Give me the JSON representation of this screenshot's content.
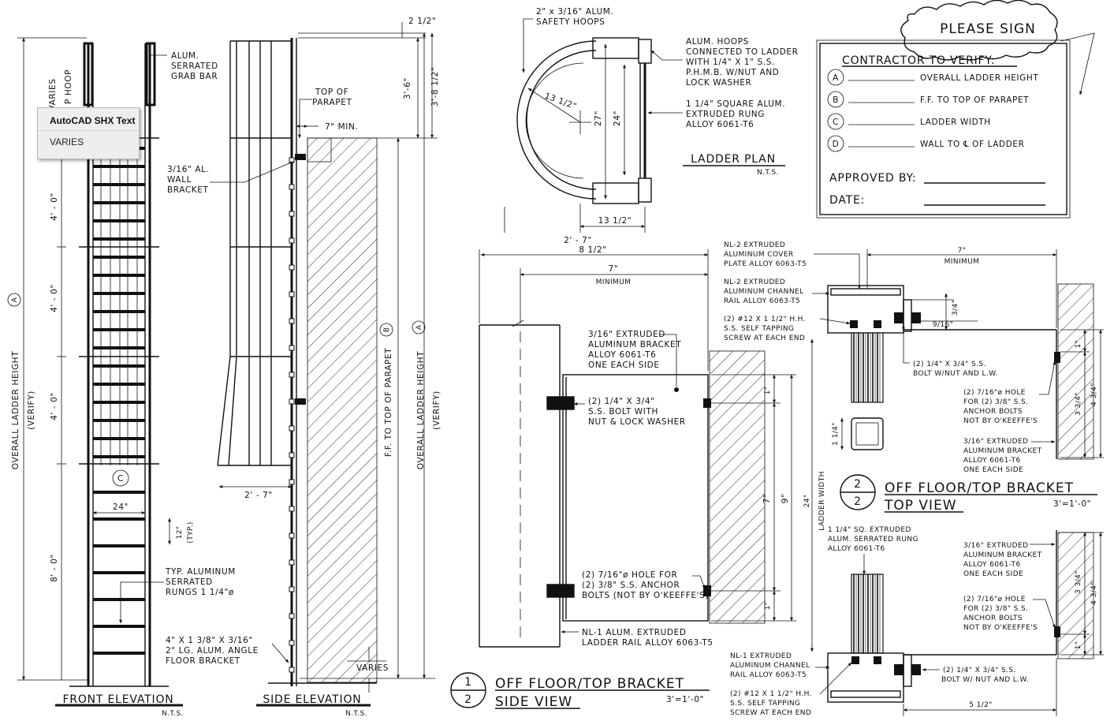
{
  "tooltip": {
    "header": "AutoCAD SHX Text",
    "value": "VARIES"
  },
  "please_sign": "PLEASE SIGN",
  "contractor": {
    "title": "CONTRACTOR TO VERIFY:",
    "items": [
      {
        "letter": "A",
        "text": "OVERALL LADDER HEIGHT"
      },
      {
        "letter": "B",
        "text": "F.F. TO TOP OF PARAPET"
      },
      {
        "letter": "C",
        "text": "LADDER WIDTH"
      },
      {
        "letter": "D",
        "text": "WALL TO ℄ OF LADDER"
      }
    ],
    "approved": "APPROVED BY:",
    "date": "DATE:"
  },
  "front": {
    "title": "FRONT ELEVATION",
    "scale": "N.T.S.",
    "grab_bar": [
      "ALUM.",
      "SERRATED",
      "GRAB BAR"
    ],
    "varies_hoop": [
      "VARIES",
      "P HOOP"
    ],
    "dim_4ft": "4' - 0\"",
    "dim_8ft": "8' - 0\"",
    "overall": "OVERALL LADDER HEIGHT",
    "verify": "(VERIFY)",
    "c": "C",
    "a": "A",
    "width": "24\"",
    "typ12": "12\"",
    "typ": "(TYP.)",
    "rungs": [
      "TYP. ALUMINUM",
      "SERRATED",
      "RUNGS 1 1/4\"ø"
    ]
  },
  "side": {
    "title": "SIDE ELEVATION",
    "scale": "N.T.S.",
    "d212": "2 1/2\"",
    "d36": "3'-6\"",
    "d3812": "3'-8 1/2\"",
    "top_parapet": [
      "TOP OF",
      "PARAPET"
    ],
    "min7": "7\" MIN.",
    "wall_bracket": [
      "3/16\" AL.",
      "WALL",
      "BRACKET"
    ],
    "ff_parapet": "F.F. TO TOP OF PARAPET",
    "b": "B",
    "overall": "OVERALL LADDER HEIGHT",
    "verify": "(VERIFY)",
    "a": "A",
    "d27": "2' - 7\"",
    "floor_bracket": [
      "4\" X 1 3/8\" X 3/16\"",
      "2\" LG. ALUM. ANGLE",
      "FLOOR BRACKET"
    ],
    "varies": "VARIES"
  },
  "plan": {
    "title": "LADDER PLAN",
    "scale": "N.T.S.",
    "hoops": [
      "2\" x 3/16\" ALUM.",
      "SAFETY HOOPS"
    ],
    "hoops_conn": [
      "ALUM. HOOPS",
      "CONNECTED TO LADDER",
      "WITH 1/4\" X 1\" S.S.",
      "P.H.M.B. W/NUT AND",
      "LOCK WASHER"
    ],
    "rung": [
      "1 1/4\" SQUARE ALUM.",
      "EXTRUDED RUNG",
      "ALLOY 6061-T6"
    ],
    "r1312": "13 1/2\"",
    "d27": "27\"",
    "d24": "24\"",
    "b1312": "13 1/2\""
  },
  "side_view": {
    "num": "1",
    "den": "2",
    "title1": "OFF FLOOR/TOP BRACKET",
    "title2": "SIDE VIEW",
    "scale": "3'=1'-0\"",
    "d27": "2' - 7\"",
    "d812": "8 1/2\"",
    "d7": "7\"",
    "minimum": "MINIMUM",
    "bracket": [
      "3/16\" EXTRUDED",
      "ALUMINUM BRACKET",
      "ALLOY 6061-T6",
      "ONE EACH SIDE"
    ],
    "bolt": [
      "(2) 1/4\" X 3/4\"",
      "S.S. BOLT WITH",
      "NUT & LOCK WASHER"
    ],
    "hole": [
      "(2) 7/16\"ø HOLE FOR",
      "(2) 3/8\" S.S. ANCHOR",
      "BOLTS (NOT BY O'KEEFFE'S)"
    ],
    "rail": [
      "NL-1 ALUM. EXTRUDED",
      "LADDER RAIL ALLOY 6063-T5"
    ],
    "d1": "1\"",
    "d7v": "7\"",
    "d9": "9\"",
    "d1b": "1\""
  },
  "top_view": {
    "num": "2",
    "den": "2",
    "title1": "OFF FLOOR/TOP BRACKET",
    "title2": "TOP VIEW",
    "scale": "3'=1'-0\"",
    "cover": [
      "NL-2 EXTRUDED",
      "ALUMINUM COVER",
      "PLATE ALLOY 6063-T5"
    ],
    "channel": [
      "NL-2 EXTRUDED",
      "ALUMINUM CHANNEL",
      "RAIL ALLOY 6063-T5"
    ],
    "screw": [
      "(2) #12 X 1 1/2\" H.H.",
      "S.S. SELF TAPPING",
      "SCREW AT EACH END"
    ],
    "d7": "7\"",
    "minimum": "MINIMUM",
    "d34": "3/4\"",
    "d916": "9/16\"",
    "bolt": [
      "(2) 1/4\" X 3/4\" S.S.",
      "BOLT W/NUT AND L.W."
    ],
    "d1": "1\"",
    "hole": [
      "(2) 7/16\"ø HOLE",
      "FOR (2) 3/8\" S.S.",
      "ANCHOR BOLTS",
      "NOT BY O'KEEFFE'S"
    ],
    "bracket": [
      "3/16\" EXTRUDED",
      "ALUMINUM BRACKET",
      "ALLOY 6061-T6",
      "ONE EACH SIDE"
    ],
    "d334": "3 3/4\"",
    "d434": "4 3/4\"",
    "d114": "1 1/4\"",
    "ladder_width": "LADDER WIDTH",
    "d24": "24\"",
    "sq_rung": [
      "1 1/4\" SQ. EXTRUDED",
      "ALUM. SERRATED RUNG",
      "ALLOY 6061-T6"
    ],
    "bracket2": [
      "3/16\" EXTRUDED",
      "ALUMINUM BRACKET",
      "ALLOY 6061-T6",
      "ONE EACH SIDE"
    ],
    "hole2": [
      "(2) 7/16\"ø HOLE",
      "FOR (2) 3/8\" S.S.",
      "ANCHOR BOLTS",
      "NOT BY O'KEEFFE'S"
    ],
    "d334b": "3 3/4\"",
    "d434b": "4 3/4\"",
    "d1b": "1\"",
    "channel2": [
      "NL-1 EXTRUDED",
      "ALUMINUM CHANNEL",
      "RAIL ALLOY 6063-T5"
    ],
    "screw2": [
      "(2) #12 X 1 1/2\" H.H.",
      "S.S. SELF TAPPING",
      "SCREW AT EACH END"
    ],
    "bolt2": "(2) 1/4\" X 3/4\" S.S.",
    "bolt2b": "BOLT W/ NUT AND L.W.",
    "d512": "5 1/2\""
  }
}
